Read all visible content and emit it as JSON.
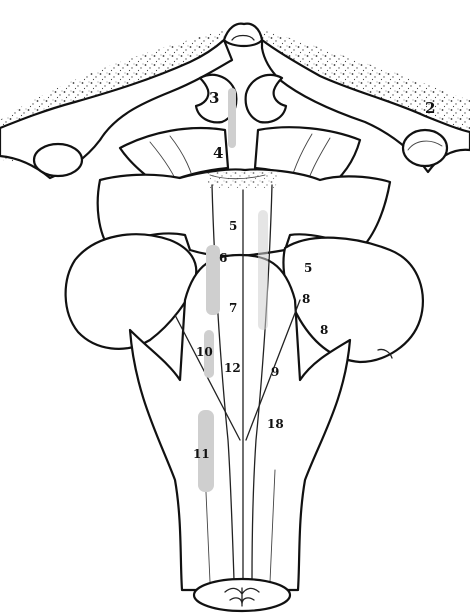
{
  "figure": {
    "labels": [
      {
        "id": "label-3",
        "text": "3"
      },
      {
        "id": "label-2",
        "text": "2"
      },
      {
        "id": "label-4",
        "text": "4"
      },
      {
        "id": "label-5-midline",
        "text": "5"
      },
      {
        "id": "label-6",
        "text": "6"
      },
      {
        "id": "label-7",
        "text": "7"
      },
      {
        "id": "label-5-right",
        "text": "5"
      },
      {
        "id": "label-8-upper",
        "text": "8"
      },
      {
        "id": "label-8-lower",
        "text": "8"
      },
      {
        "id": "label-10",
        "text": "10"
      },
      {
        "id": "label-12",
        "text": "12"
      },
      {
        "id": "label-9",
        "text": "9"
      },
      {
        "id": "label-18",
        "text": "18"
      },
      {
        "id": "label-11",
        "text": "11"
      }
    ]
  }
}
